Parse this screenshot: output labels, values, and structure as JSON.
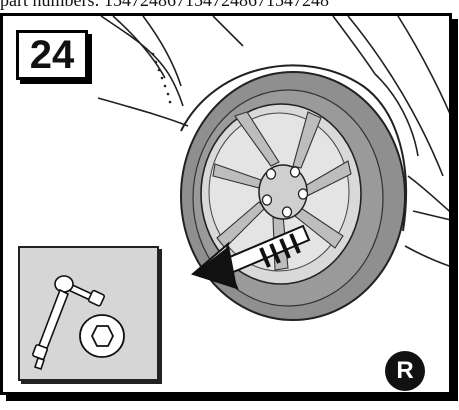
{
  "header": {
    "partial_text": "part numbers: 1547248671547248671547248"
  },
  "step": {
    "number": "24"
  },
  "region_badge": {
    "letter": "R"
  },
  "colors": {
    "tire": "#8f8f8f",
    "rim": "#d9d9d9",
    "inset_background": "#d6d6d6",
    "badge": "#111111"
  },
  "icons": [
    "wheel-illustration",
    "direction-arrow-icon",
    "socket-wrench-icon",
    "hex-socket-icon"
  ]
}
